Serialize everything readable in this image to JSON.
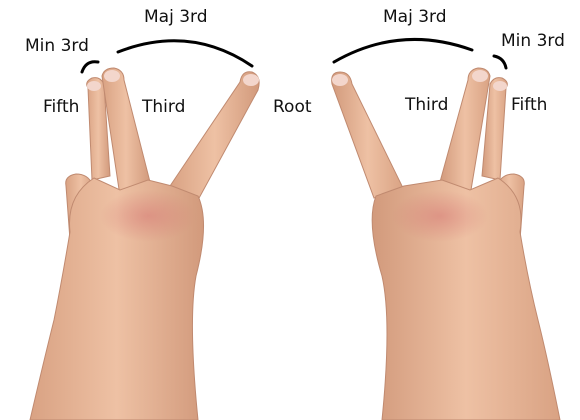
{
  "left_hand": {
    "maj3_label": "Maj 3rd",
    "min3_label": "Min 3rd",
    "fifth_label": "Fifth",
    "third_label": "Third",
    "root_label": "Root"
  },
  "right_hand": {
    "maj3_label": "Maj 3rd",
    "min3_label": "Min 3rd",
    "third_label": "Third",
    "fifth_label": "Fifth"
  },
  "colors": {
    "skin": "#e8b89a",
    "skin_shadow": "#c98f74",
    "knuckle_red": "#d98080",
    "nail": "#f3d6cc",
    "bracket": "#000000",
    "background": "#ffffff"
  }
}
